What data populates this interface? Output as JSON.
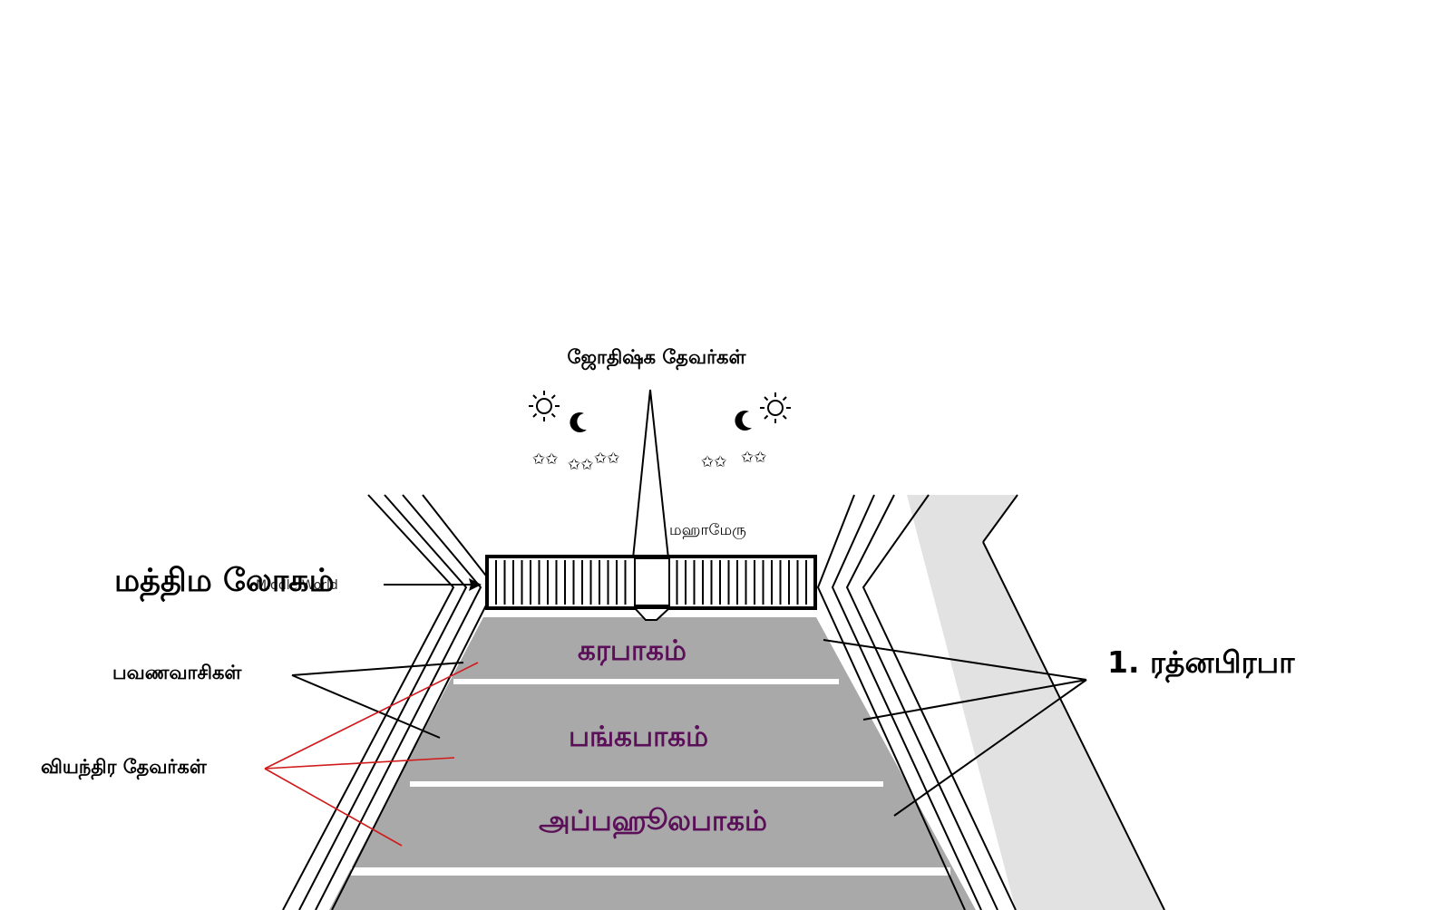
{
  "title": "ஜோதிஷ்க தேவர்கள்",
  "labels": {
    "meru": "மஹாமேரு",
    "middle_world": "மத்திம லோகம்",
    "middle_world_overlay": "Middle World",
    "bhavanavasi": "பவணவாசிகள்",
    "vyantara": "வியந்திர தேவர்கள்",
    "ratnaprabha": "1. ரத்னபிரபா"
  },
  "layers": [
    {
      "label": "கரபாகம்"
    },
    {
      "label": "பங்கபாகம்"
    },
    {
      "label": "அப்பஹூலபாகம்"
    }
  ],
  "icons": [
    "sun-icon",
    "moon-icon",
    "star-icon"
  ],
  "colors": {
    "layer_fill": "#a9a9a9",
    "layer_text": "#5b0f58",
    "leader_black": "#000000",
    "leader_red": "#d11a1a",
    "divider": "#ffffff"
  }
}
